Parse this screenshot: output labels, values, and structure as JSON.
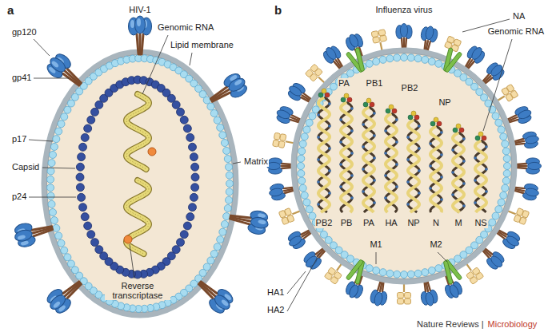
{
  "diagram": {
    "labels": [
      "a",
      "HIV-1",
      "b",
      "Influenza virus",
      "gp120",
      "gp41",
      "p17",
      "Capsid",
      "p24",
      "Genomic RNA",
      "Lipid membrane",
      "Matrix",
      "Reverse transcriptase",
      "NA",
      "Genomic RNA",
      "PA",
      "PB1",
      "PB2",
      "NP",
      "PB2",
      "PB",
      "PA",
      "HA",
      "NP",
      "N",
      "M",
      "NS",
      "HA1",
      "HA2",
      "M1",
      "M2",
      "Nature Reviews |",
      "Microbiology"
    ]
  }
}
